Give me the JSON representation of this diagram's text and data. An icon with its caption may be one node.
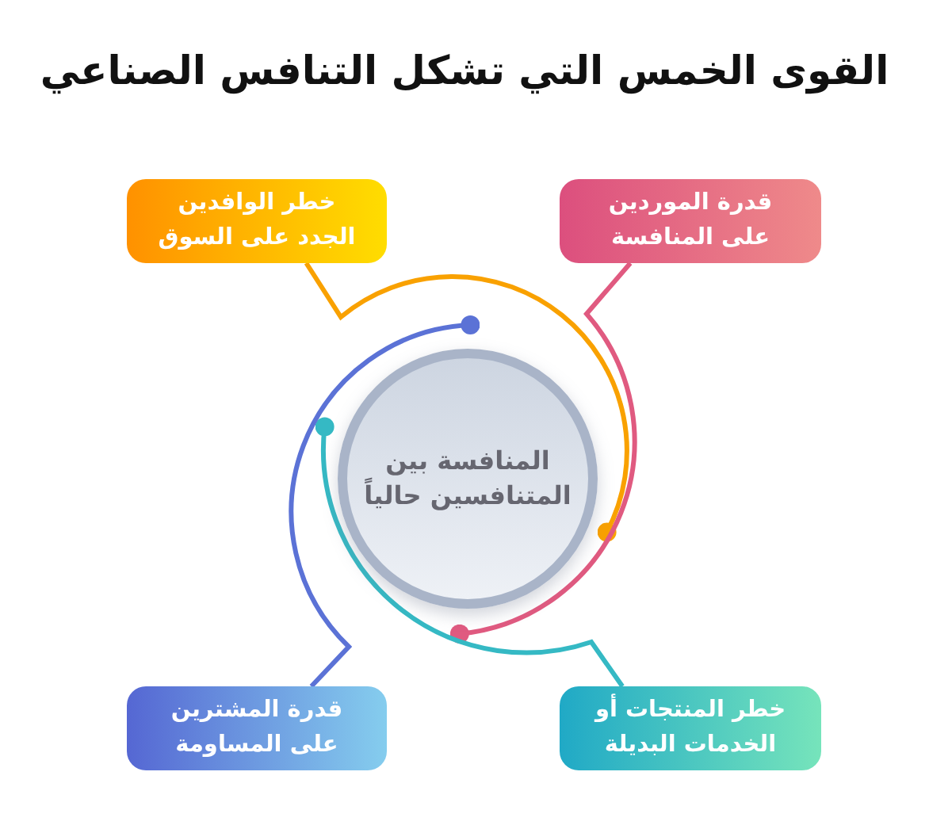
{
  "diagram": {
    "title": "القوى الخمس التي تشكل التنافس الصناعي",
    "nodes": [
      {
        "text": [
          "قدرة الموردين على المنافسة"
        ]
      },
      {
        "text": [
          "خطر الوافدين الجدد على السوق"
        ]
      },
      {
        "text": [
          "المنافسة بين المتنافسين حالياً"
        ]
      },
      {
        "text": [
          "خطر المنتجات أو الخدمات البديلة"
        ]
      },
      {
        "text": [
          "قدرة المشترين على المساومة"
        ]
      }
    ],
    "edges": [
      {
        "from": 1,
        "to": 2,
        "arrow": "other",
        "color": "#f9a100"
      },
      {
        "from": 0,
        "to": 2,
        "arrow": "other",
        "color": "#e05a80"
      },
      {
        "from": 3,
        "to": 2,
        "arrow": "other",
        "color": "#35b9c4"
      },
      {
        "from": 4,
        "to": 2,
        "arrow": "other",
        "color": "#5b72d6"
      }
    ]
  }
}
